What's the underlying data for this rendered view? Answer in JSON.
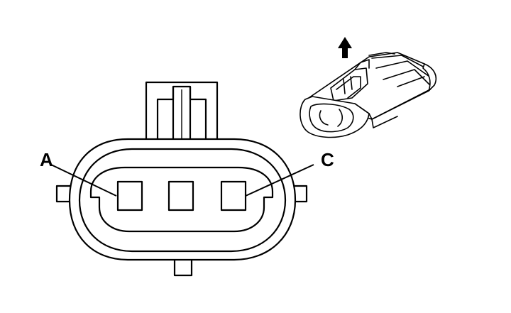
{
  "diagram": {
    "pin_labels": {
      "a": "A",
      "c": "C"
    },
    "stroke_color": "#000000",
    "fill_color": "#ffffff",
    "icons": [
      "connector-front-view",
      "connector-isometric-view",
      "up-arrow-icon"
    ]
  }
}
